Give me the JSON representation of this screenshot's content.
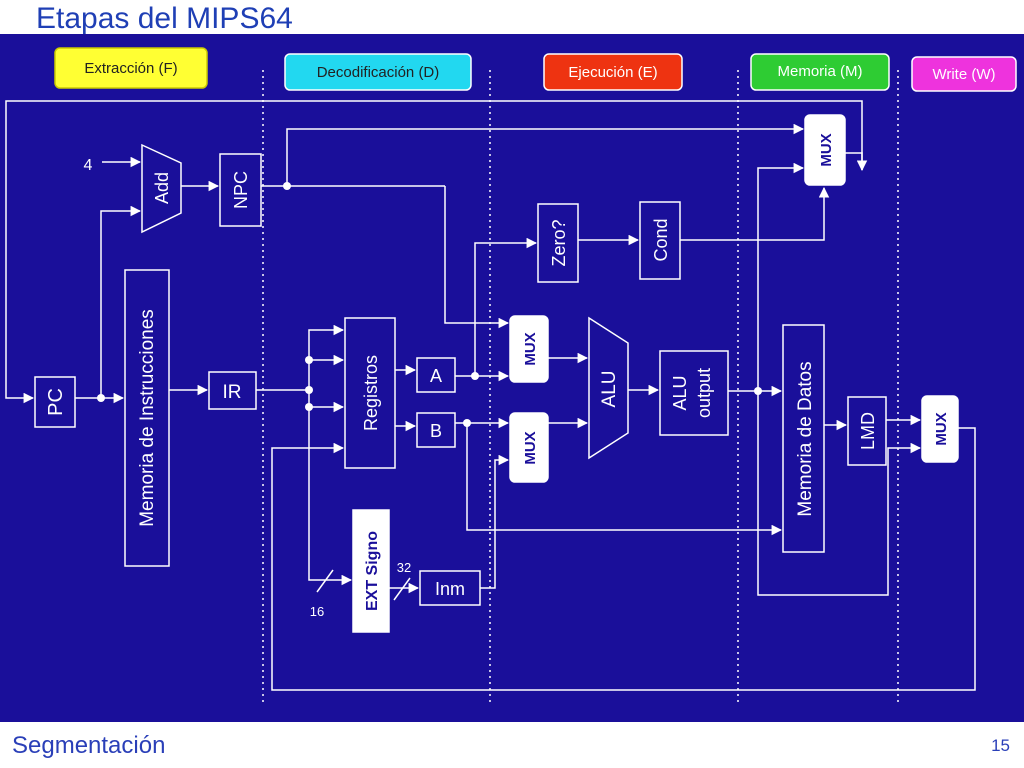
{
  "title": "Etapas del MIPS64",
  "footer": {
    "section": "Segmentación",
    "page_number": "15"
  },
  "stages": {
    "fetch": "Extracción (F)",
    "decode": "Decodificación (D)",
    "execute": "Ejecución (E)",
    "memory": "Memoria (M)",
    "write": "Write (W)"
  },
  "stage_colors": {
    "fetch": "#ffff33",
    "decode": "#22d8f0",
    "execute": "#ee3311",
    "memory": "#2ecc33",
    "write": "#ee33dd"
  },
  "panel_color": "#1a0f9a",
  "blocks": {
    "pc": "PC",
    "adder": "Add",
    "constant_four": "4",
    "npc": "NPC",
    "instruction_memory": "Memoria de Instrucciones",
    "ir": "IR",
    "registers": "Registros",
    "reg_a": "A",
    "reg_b": "B",
    "sign_extend": "EXT Signo",
    "immediate": "Inm",
    "width_in": "16",
    "width_out": "32",
    "zero_test": "Zero?",
    "cond": "Cond",
    "mux_a": "MUX",
    "mux_b": "MUX",
    "alu": "ALU",
    "alu_output_line1": "ALU",
    "alu_output_line2": "output",
    "data_memory": "Memoria de Datos",
    "lmd": "LMD",
    "mux_wb": "MUX",
    "mux_pc": "MUX"
  }
}
